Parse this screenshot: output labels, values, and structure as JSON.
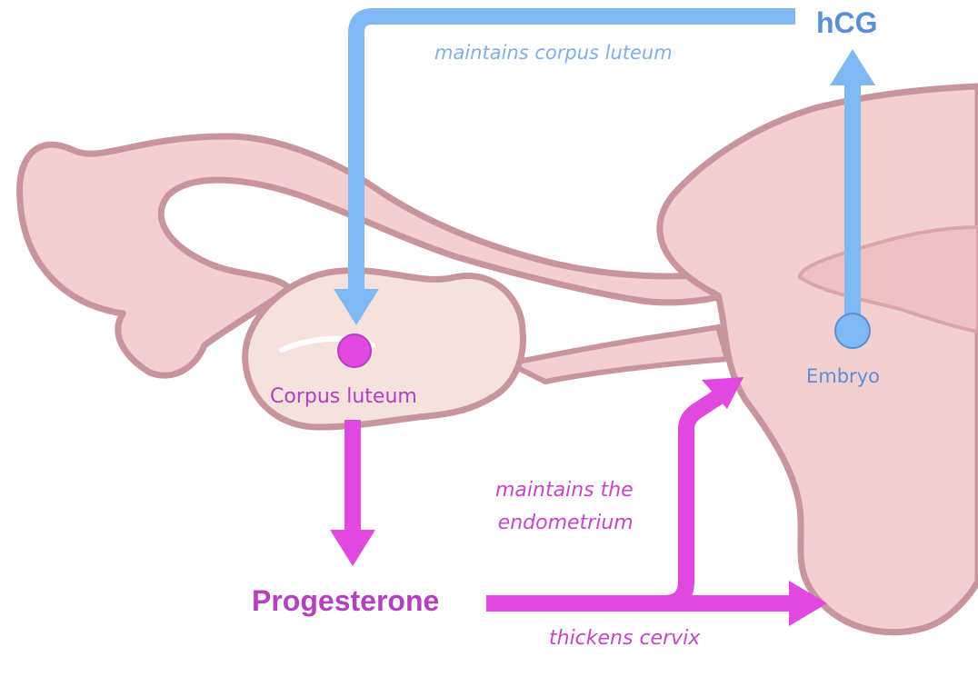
{
  "labels": {
    "hcg": "hCG",
    "hcg_action": "maintains corpus luteum",
    "corpus_luteum": "Corpus luteum",
    "embryo": "Embryo",
    "progesterone": "Progesterone",
    "endometrium_action_line1": "maintains the",
    "endometrium_action_line2": "endometrium",
    "cervix_action": "thickens cervix"
  },
  "colors": {
    "hcg_blue": "#80b8f4",
    "hcg_text": "#5a8fd6",
    "progesterone_magenta": "#e048e0",
    "progesterone_text": "#b43fc0",
    "tissue_fill": "#f4cfd2",
    "tissue_outline": "#c9959c",
    "ovary_fill": "#f6e2dd"
  }
}
